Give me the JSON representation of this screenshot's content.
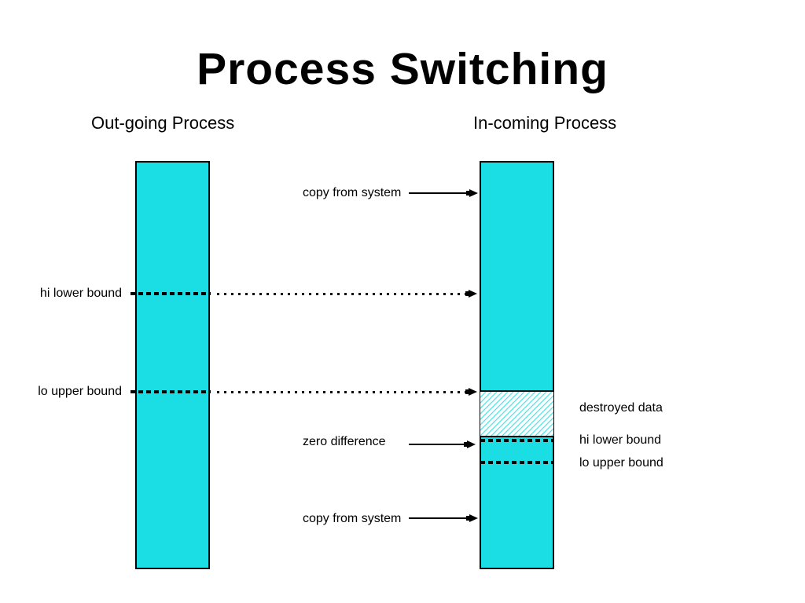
{
  "slide": {
    "title": "Process Switching",
    "left_column_header": "Out-going Process",
    "right_column_header": "In-coming Process"
  },
  "outgoing_bar": {
    "labels": {
      "hi_lower_bound": "hi lower bound",
      "lo_upper_bound": "lo upper bound"
    }
  },
  "annotations": {
    "copy_from_system_top": "copy from system",
    "zero_difference": "zero difference",
    "copy_from_system_bottom": "copy from system"
  },
  "incoming_bar": {
    "labels": {
      "destroyed_data": "destroyed data",
      "hi_lower_bound": "hi lower bound",
      "lo_upper_bound": "lo upper bound"
    }
  },
  "colors": {
    "bar_fill": "#1adee3",
    "hatch_line": "#52e4e8",
    "hatch_background": "#ffffff",
    "outline": "#000000",
    "text": "#000000",
    "background": "#ffffff"
  }
}
